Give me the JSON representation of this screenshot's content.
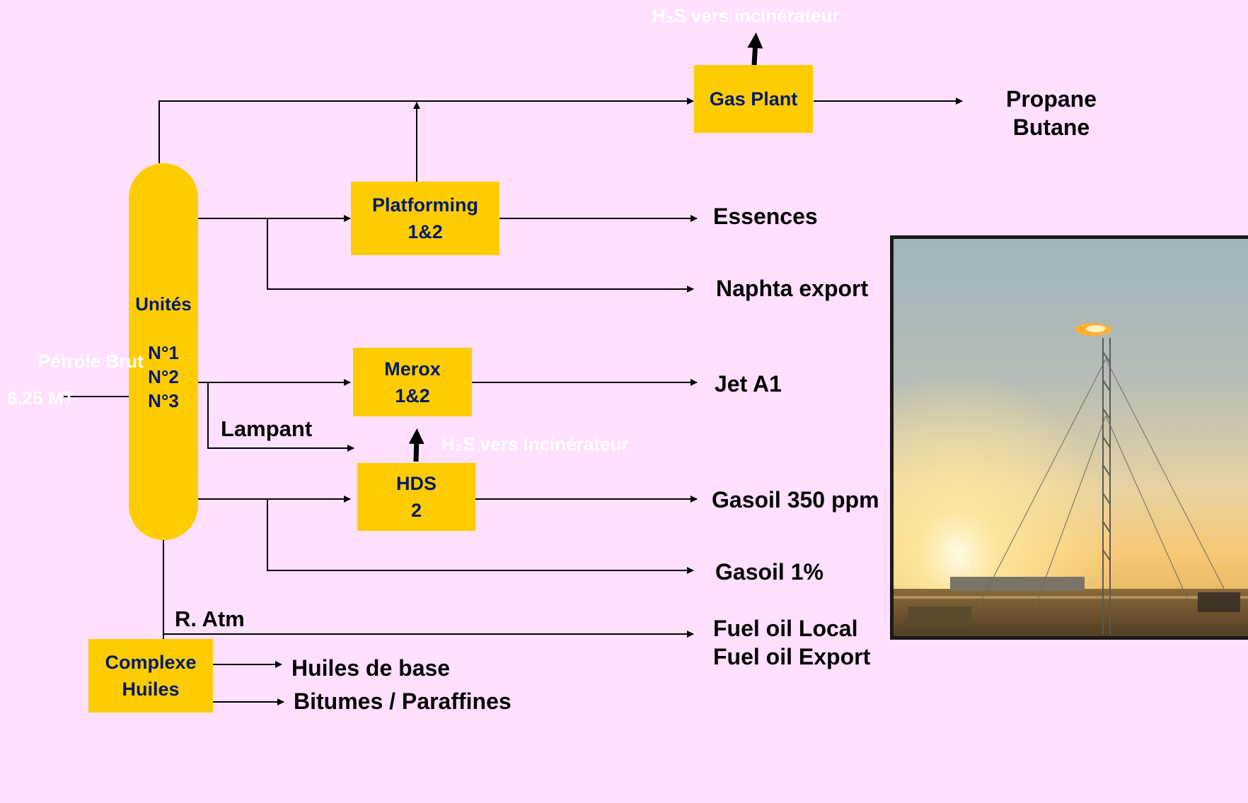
{
  "column": {
    "title": "Unités",
    "units": "N°1\nN°2\nN°3"
  },
  "inputs": {
    "crude_label": "Pétrole Brut",
    "crude_amount": "6.25 MT"
  },
  "units": {
    "gas_plant": "Gas Plant",
    "platforming": "Platforming\n1&2",
    "merox": "Merox\n1&2",
    "hds": "HDS\n2",
    "complexe_huiles": "Complexe\nHuiles"
  },
  "streams": {
    "h2s_top": "H₂S vers incinérateur",
    "h2s_mid": "H₂S vers incinérateur",
    "lampant": "Lampant",
    "r_atm": "R. Atm"
  },
  "products": {
    "propane_butane": "Propane\nButane",
    "essences": "Essences",
    "naphta": "Naphta export",
    "jet": "Jet A1",
    "gasoil_350": "Gasoil 350 ppm",
    "gasoil_1": "Gasoil 1%",
    "fuel_oil": "Fuel oil Local\nFuel oil Export",
    "huiles_base": "Huiles de base",
    "bitumes": "Bitumes / Paraffines"
  },
  "colors": {
    "background": "#FFE0FF",
    "unit_fill": "#FFCC00",
    "unit_text": "#001A66"
  }
}
